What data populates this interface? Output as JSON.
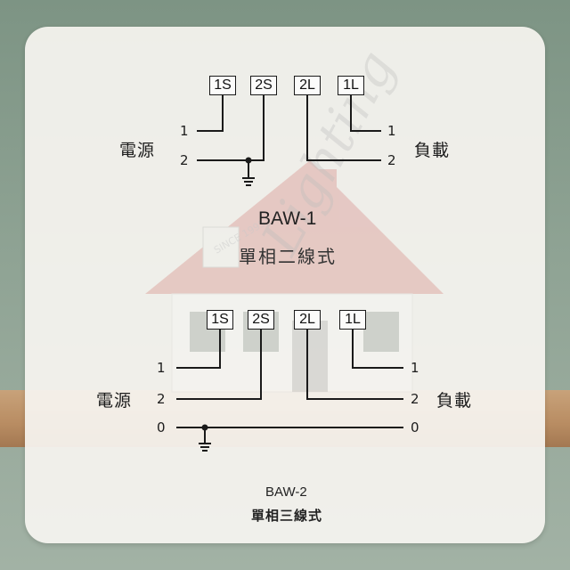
{
  "background": {
    "card_color": "#f6f4f0",
    "line_color": "#1a1a1a",
    "shelf_color": "#b88c62"
  },
  "watermark": {
    "text": "Lighting",
    "since": "SINCE 1995"
  },
  "baw1": {
    "terminals": [
      "1S",
      "2S",
      "2L",
      "1L"
    ],
    "source_label": "電源",
    "load_label": "負載",
    "left_nums": [
      "1",
      "2"
    ],
    "right_nums": [
      "1",
      "2"
    ],
    "title": "BAW-1",
    "subtitle": "單相二線式"
  },
  "baw2": {
    "terminals": [
      "1S",
      "2S",
      "2L",
      "1L"
    ],
    "source_label": "電源",
    "load_label": "負載",
    "left_nums": [
      "1",
      "2",
      "0"
    ],
    "right_nums": [
      "1",
      "2",
      "0"
    ],
    "title": "BAW-2",
    "subtitle": "單相三線式"
  }
}
